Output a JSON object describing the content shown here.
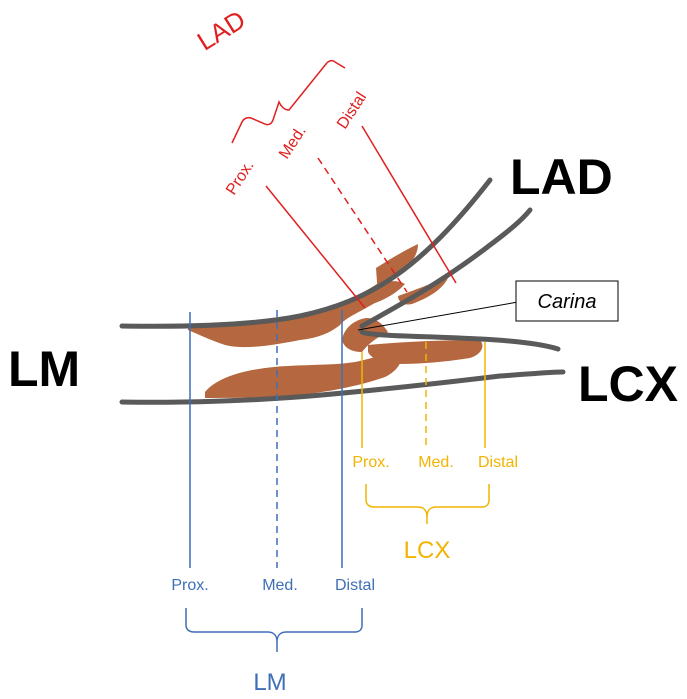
{
  "vessels": {
    "lad": "LAD",
    "lm": "LM",
    "lcx": "LCX"
  },
  "carina": {
    "label": "Carina"
  },
  "lad_segments": {
    "group_label": "LAD",
    "prox": "Prox.",
    "med": "Med.",
    "distal": "Distal",
    "color": "#e02020"
  },
  "lcx_segments": {
    "group_label": "LCX",
    "prox": "Prox.",
    "med": "Med.",
    "distal": "Distal",
    "color": "#f2b400"
  },
  "lm_segments": {
    "group_label": "LM",
    "prox": "Prox.",
    "med": "Med.",
    "distal": "Distal",
    "color": "#3e6fb6"
  },
  "colors": {
    "vessel_wall": "#5a5a5a",
    "plaque": "#b5683f"
  }
}
